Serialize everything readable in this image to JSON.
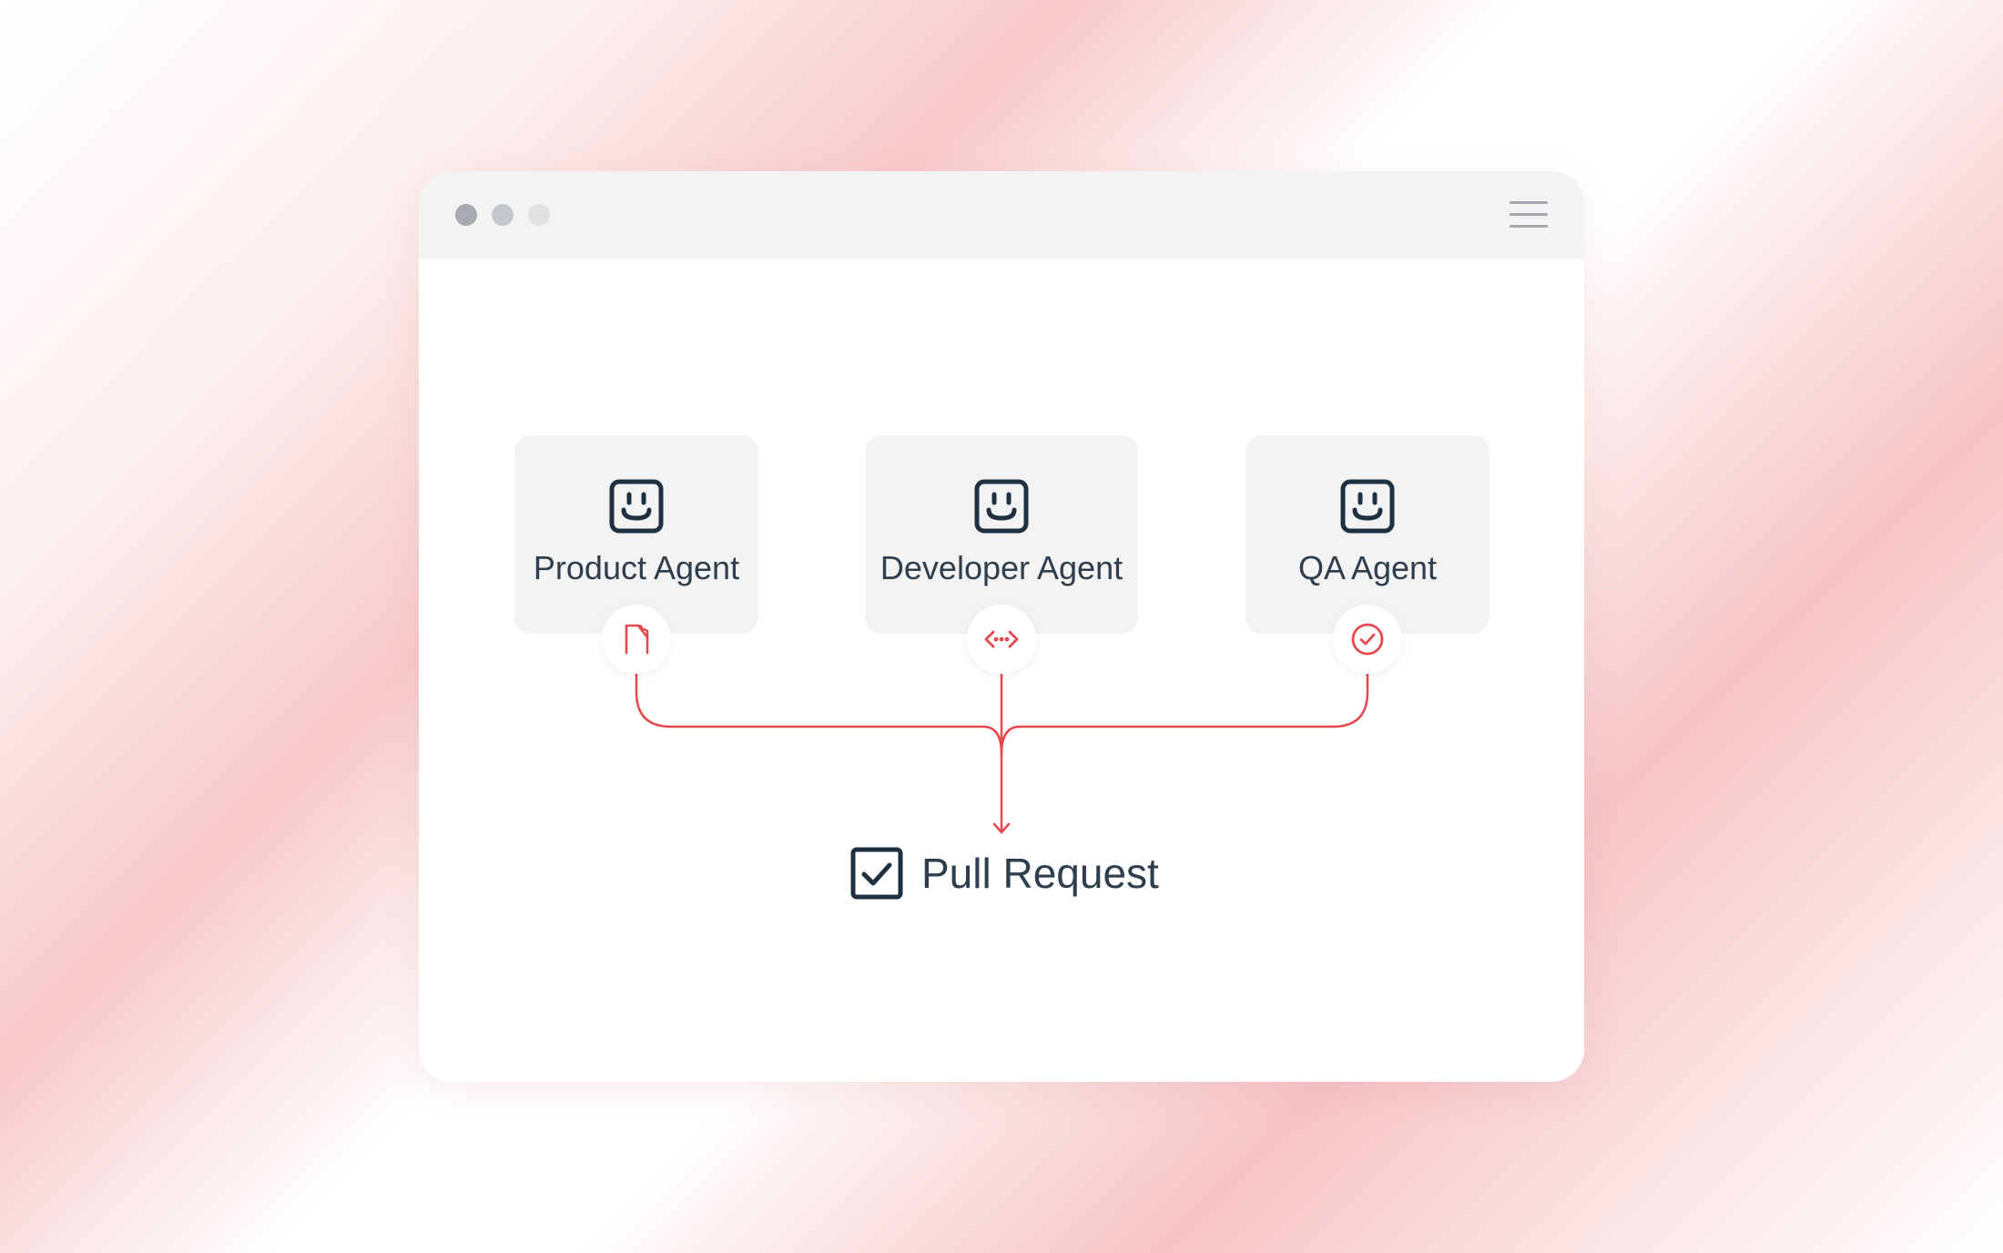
{
  "window": {
    "controls": [
      "close-dot",
      "minimize-dot",
      "maximize-dot"
    ],
    "menu_icon": "hamburger-menu-icon"
  },
  "agents": [
    {
      "label": "Product Agent",
      "icon": "robot-face-icon",
      "badge_icon": "document-icon"
    },
    {
      "label": "Developer Agent",
      "icon": "robot-face-icon",
      "badge_icon": "code-brackets-icon"
    },
    {
      "label": "QA Agent",
      "icon": "robot-face-icon",
      "badge_icon": "check-circle-icon"
    }
  ],
  "output": {
    "label": "Pull Request",
    "icon": "checkbox-checked-icon"
  },
  "colors": {
    "accent": "#e5484d",
    "text": "#2f3e4d",
    "icon_dark": "#1f3140",
    "card_bg": "#f3f3f4"
  }
}
